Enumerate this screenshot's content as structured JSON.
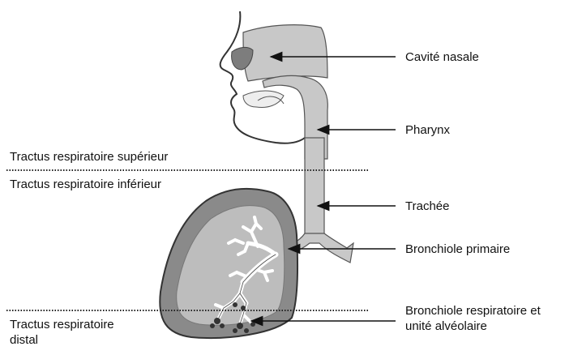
{
  "regions": {
    "upper": "Tractus respiratoire supérieur",
    "lower": "Tractus respiratoire inférieur",
    "distal_line1": "Tractus respiratoire",
    "distal_line2": "distal"
  },
  "labels": {
    "nasal_cavity": "Cavité nasale",
    "pharynx": "Pharynx",
    "trachea": "Trachée",
    "primary_bronchiole": "Bronchiole primaire",
    "respiratory_bronchiole_line1": "Bronchiole respiratoire et",
    "respiratory_bronchiole_line2": "unité alvéolaire"
  },
  "colors": {
    "airway_fill": "#c8c8c8",
    "lung_dark": "#8a8a8a",
    "lung_light": "#bdbdbd",
    "outline": "#333333"
  }
}
